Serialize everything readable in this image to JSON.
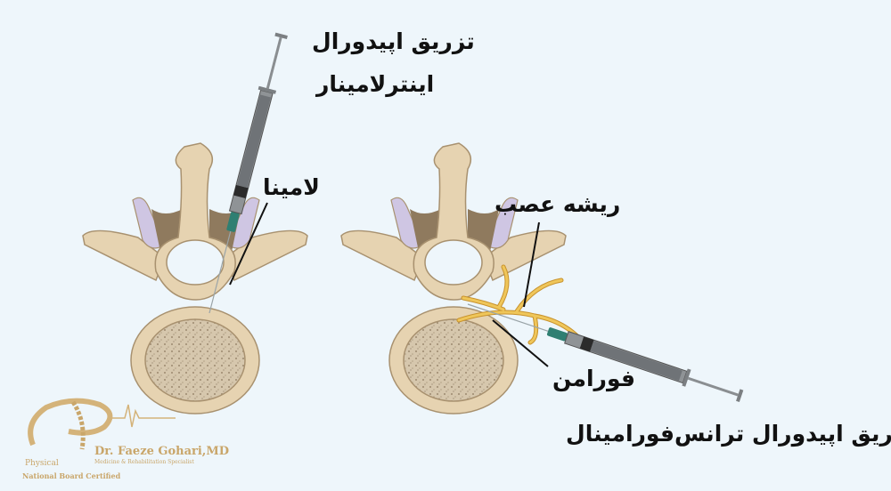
{
  "labels": {
    "interlaminar_line1": "تزریق اپیدورال",
    "interlaminar_line2": "اینترلامینار",
    "lamina": "لامینا",
    "nerve_root": "ریشه عصب",
    "foramen": "فورامن",
    "transforaminal": "تزریق اپیدورال ترانس‌فورامینال"
  },
  "logo": {
    "name": "Dr. Faeze Gohari,MD",
    "specialty": "Medicine & Rehabilitation Specialist",
    "word": "Physical",
    "certification": "National Board Certified"
  },
  "colors": {
    "background": "#eef6fb",
    "bone": "#e6d3b1",
    "bone_dark": "#8f7a5e",
    "cartilage": "#cfc6e3",
    "nerve": "#e9bb4c",
    "hub": "#2f7f72"
  }
}
